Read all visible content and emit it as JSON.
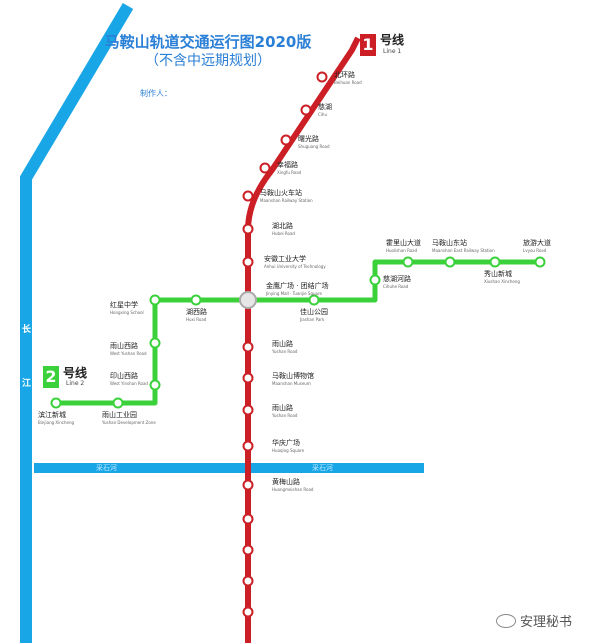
{
  "title": "马鞍山轨道交通运行图2020版",
  "subtitle": "（不含中远期规划）",
  "maker": "制作人：",
  "line1": {
    "badge": "1",
    "name": "号线",
    "en": "Line 1",
    "color": "#cc1f25"
  },
  "line2": {
    "badge": "2",
    "name": "号线",
    "en": "Line 2",
    "color": "#3ad13a"
  },
  "river_color": "#19a6e6",
  "river_chars": [
    "长",
    "江"
  ],
  "road_labels": [
    "采石河",
    "采石河"
  ],
  "stations": [
    {
      "id": "s1",
      "cn": "北环路",
      "en": "Beihuan Road"
    },
    {
      "id": "s2",
      "cn": "慈湖",
      "en": "Cihu"
    },
    {
      "id": "s3",
      "cn": "曙光路",
      "en": "Shuguang Road"
    },
    {
      "id": "s4",
      "cn": "幸福路",
      "en": "Xingfu Road"
    },
    {
      "id": "s5",
      "cn": "马鞍山火车站",
      "en": "Maanshan Railway Station"
    },
    {
      "id": "s6",
      "cn": "湖北路",
      "en": "Hubei Road"
    },
    {
      "id": "s7",
      "cn": "安徽工业大学",
      "en": "Anhui University of Technology"
    },
    {
      "id": "s8",
      "cn": "金鹰广场 · 团结广场",
      "en": "Jinying Mall · Tuanjie Square"
    },
    {
      "id": "s9",
      "cn": "佳山公园",
      "en": "Jiashan Park"
    },
    {
      "id": "s10",
      "cn": "雨山路",
      "en": "Yushan Road"
    },
    {
      "id": "s11",
      "cn": "马鞍山博物馆",
      "en": "Maanshan Museum"
    },
    {
      "id": "s12",
      "cn": "雨山路",
      "en": "Yushan Road"
    },
    {
      "id": "s13",
      "cn": "华庆广场",
      "en": "Huaqing Square"
    },
    {
      "id": "s14",
      "cn": "黄梅山路",
      "en": "Huangmeishan Road"
    },
    {
      "id": "s15",
      "cn": "红星中学",
      "en": "Hongxing School"
    },
    {
      "id": "s16",
      "cn": "湖西路",
      "en": "Huxi Road"
    },
    {
      "id": "s17",
      "cn": "雨山西路",
      "en": "West Yushan Road"
    },
    {
      "id": "s18",
      "cn": "印山西路",
      "en": "West Yinshan Road"
    },
    {
      "id": "s19",
      "cn": "滨江新城",
      "en": "Binjiang Xincheng"
    },
    {
      "id": "s20",
      "cn": "雨山工业园",
      "en": "Yushan Development Zone"
    },
    {
      "id": "s21",
      "cn": "慈湖河路",
      "en": "Cihuhe Road"
    },
    {
      "id": "s22",
      "cn": "霍里山大道",
      "en": "Huolishan Road"
    },
    {
      "id": "s23",
      "cn": "马鞍山东站",
      "en": "Maanshan East Railway Station"
    },
    {
      "id": "s24",
      "cn": "秀山新城",
      "en": "Xiushan Xincheng"
    },
    {
      "id": "s25",
      "cn": "旅游大道",
      "en": "Lvyou Road"
    }
  ],
  "watermark": "安理秘书",
  "watermark_icon": "wechat-icon"
}
